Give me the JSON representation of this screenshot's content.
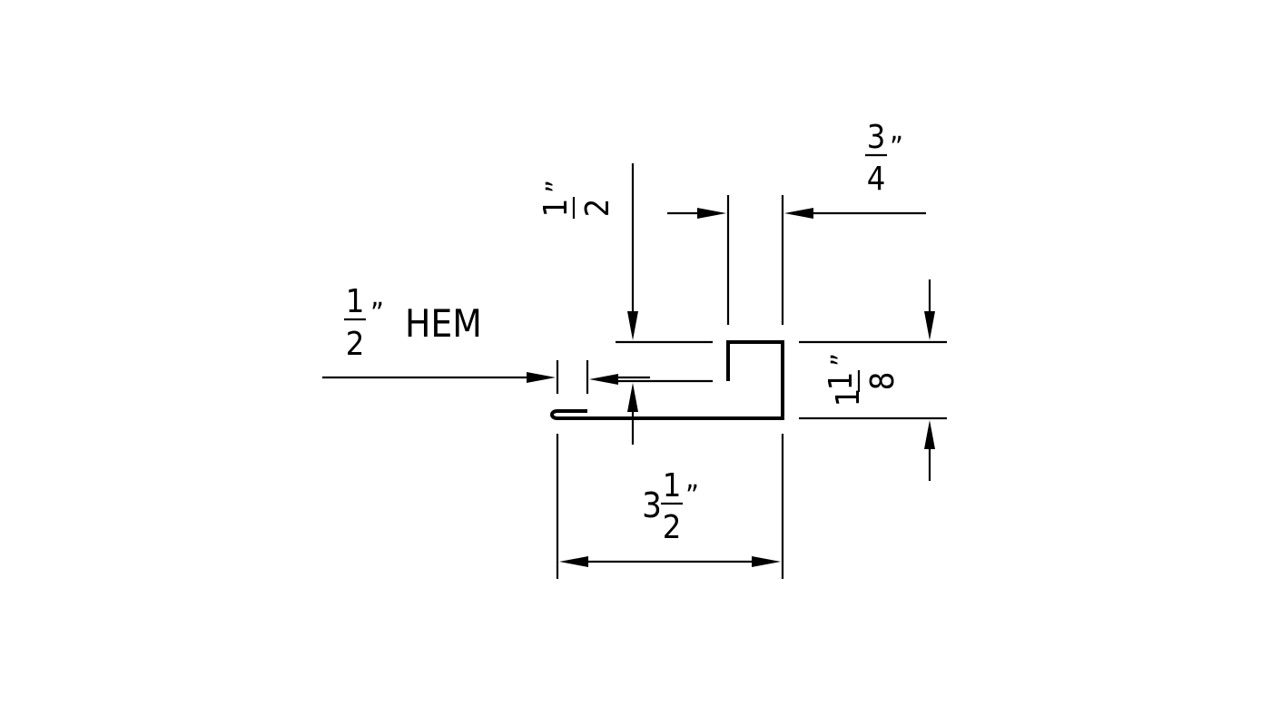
{
  "drawing": {
    "hem": {
      "num": "1",
      "den": "2",
      "inch": "”",
      "word": "HEM"
    },
    "vertical_half": {
      "num": "1",
      "den": "2",
      "inch": "”"
    },
    "three_quarter": {
      "num": "3",
      "den": "4",
      "inch": "”"
    },
    "one_eighth": {
      "whole": "1",
      "num": "1",
      "den": "8",
      "inch": "”"
    },
    "three_half": {
      "whole": "3",
      "num": "1",
      "den": "2",
      "inch": "”"
    }
  }
}
